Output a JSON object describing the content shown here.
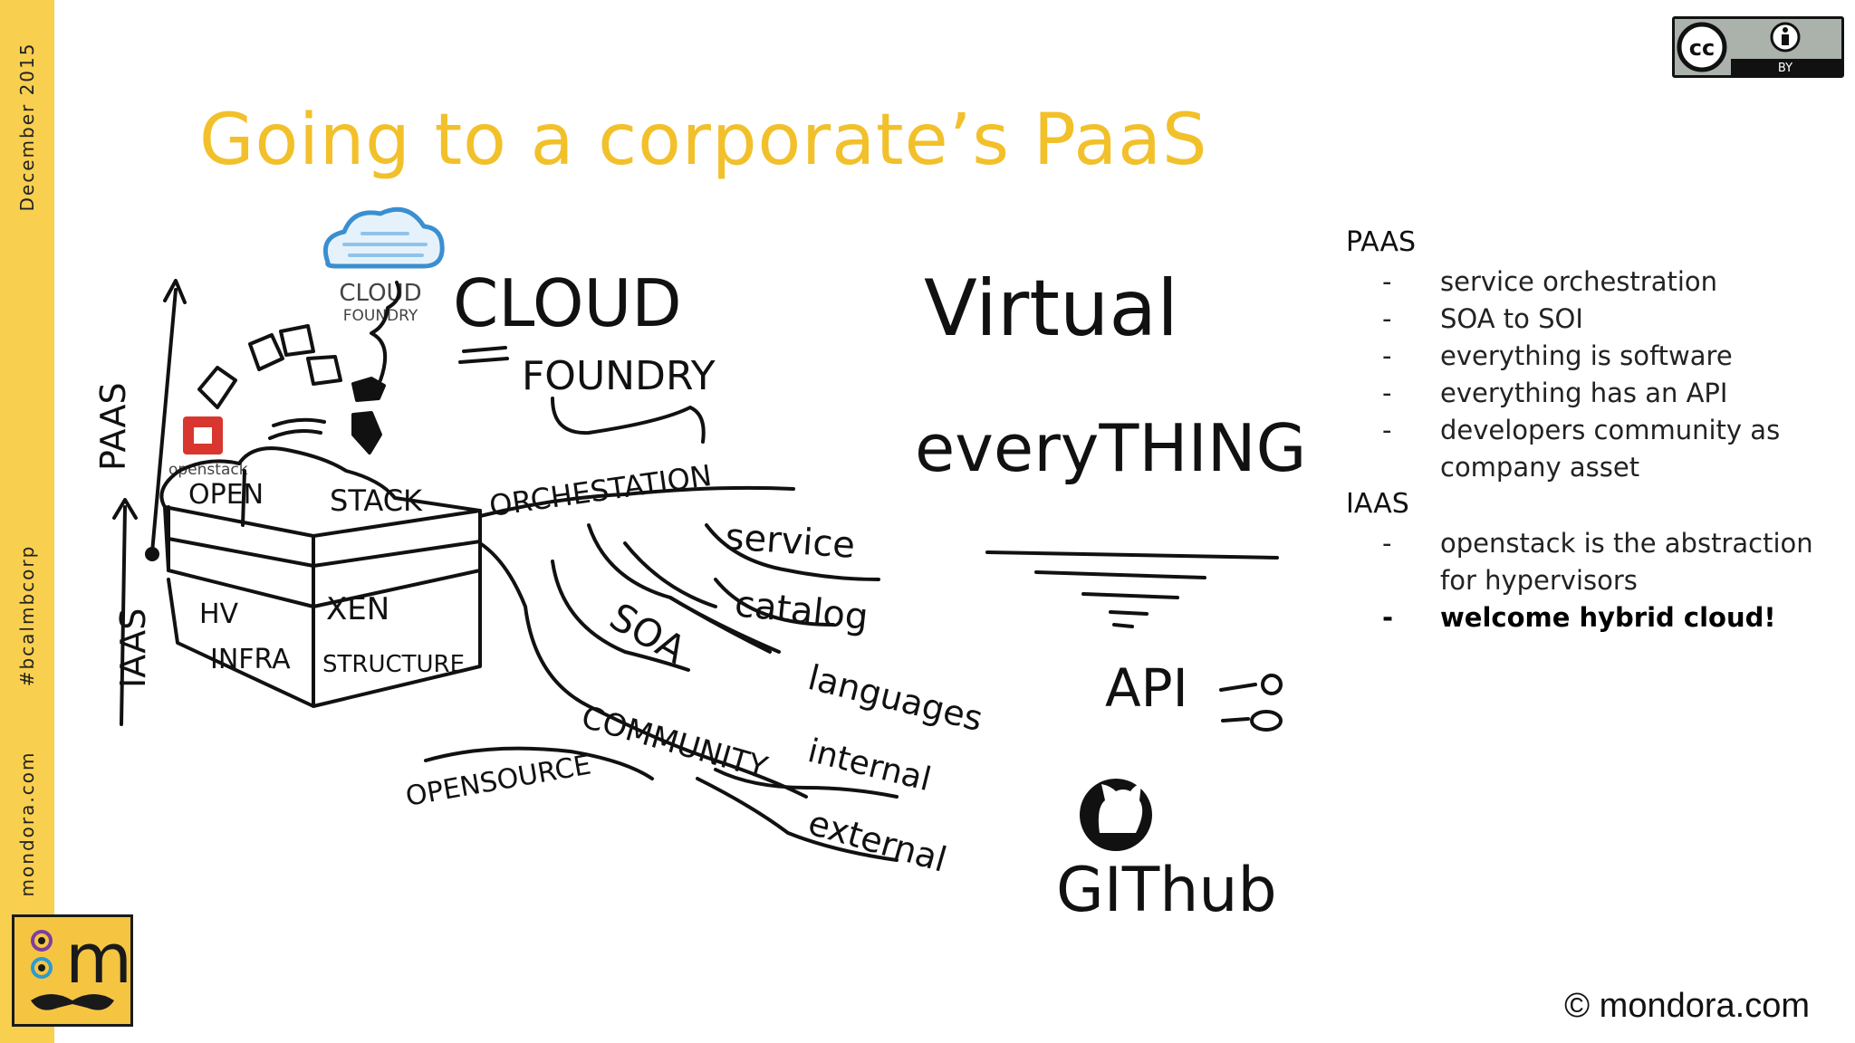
{
  "sidebar": {
    "date": "December 2015",
    "hashtag": "#bcalmbcorp",
    "site": "mondora.com",
    "logo_letter": "m"
  },
  "slide": {
    "title": "Going to a corporate’s PaaS"
  },
  "license_badge": {
    "label": "BY",
    "cc_text": "cc"
  },
  "sketch": {
    "logo_cloud_foundry_line1": "CLOUD",
    "logo_cloud_foundry_line2": "FOUNDRY",
    "logo_openstack": "openstack",
    "axis_paas": "PAAS",
    "axis_iaas": "IAAS",
    "stack_open": "OPEN",
    "stack_stack": "STACK",
    "stack_hv": "HV",
    "stack_xen": "XEN",
    "stack_infra": "INFRA",
    "stack_structure": "STRUCTURE",
    "cloud": "CLOUD",
    "foundry": "FOUNDRY",
    "orchestration": "ORCHESTATION",
    "service": "service",
    "catalog": "catalog",
    "soa": "SOA",
    "languages": "languages",
    "community": "COMMUNITY",
    "opensource": "OPENSOURCE",
    "internal": "internal",
    "external": "external",
    "virtual": "Virtual",
    "everything": "everyTHING",
    "api": "API",
    "github": "GIThub"
  },
  "content": {
    "paas_heading": "PAAS",
    "paas_items": [
      "service orchestration",
      "SOA to SOI",
      "everything is software",
      "everything has an API",
      "developers community as company asset"
    ],
    "iaas_heading": "IAAS",
    "iaas_items": [
      "openstack is the abstraction for hypervisors",
      "welcome hybrid cloud!"
    ],
    "dash": "-"
  },
  "footer": {
    "copyright": "© mondora.com"
  },
  "colors": {
    "sidebar": "#f9cf4f",
    "title": "#f2c02a",
    "ink": "#111111"
  }
}
